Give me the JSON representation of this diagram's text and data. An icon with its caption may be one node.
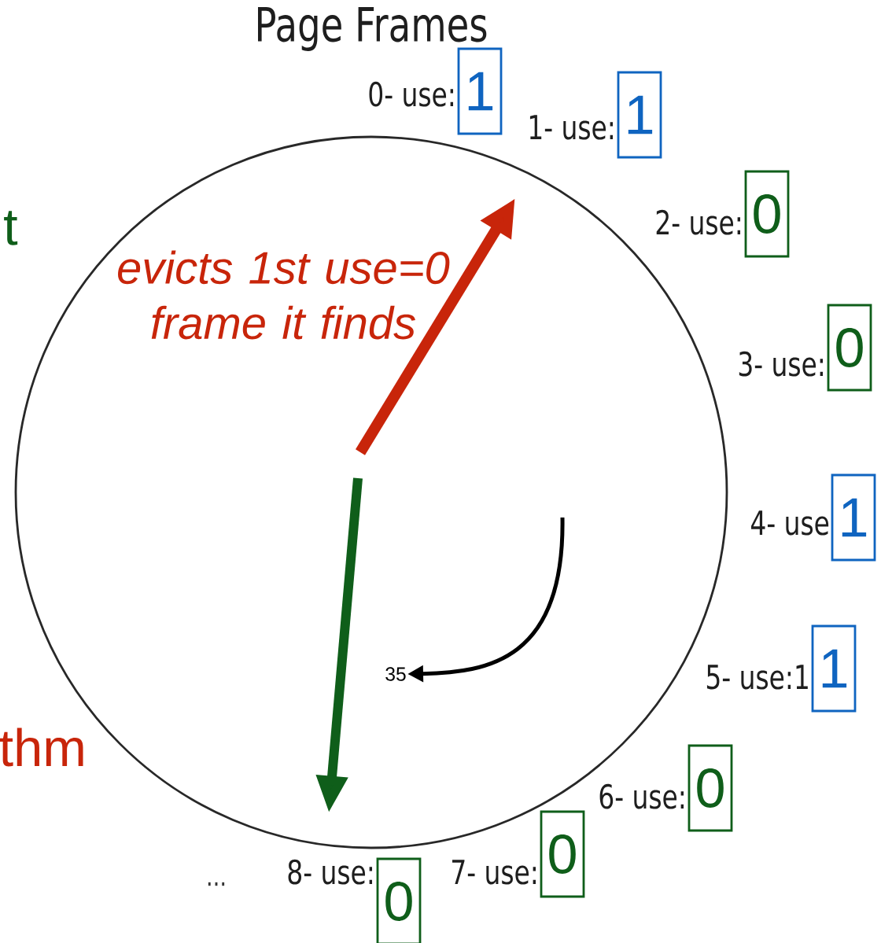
{
  "diagram": {
    "title": "Page Frames",
    "nodes": [
      {
        "text": [
          "1"
        ],
        "beside": [
          "0- use:"
        ]
      },
      {
        "text": [
          "1"
        ],
        "beside": [
          "1- use:"
        ]
      },
      {
        "text": [
          "0"
        ],
        "beside": [
          "2- use:"
        ]
      },
      {
        "text": [
          "0"
        ],
        "beside": [
          "3- use:"
        ]
      },
      {
        "text": [
          "1"
        ],
        "beside": [
          "4- use"
        ]
      },
      {
        "text": [
          "1"
        ],
        "beside": [
          "5- use:1"
        ]
      },
      {
        "text": [
          "0"
        ],
        "beside": [
          "6- use:"
        ]
      },
      {
        "text": [
          "0"
        ],
        "beside": [
          "7- use:"
        ]
      },
      {
        "text": [
          "0"
        ],
        "beside": [
          "8- use:"
        ]
      },
      {
        "text": [],
        "shape": "circle"
      }
    ],
    "edges": [],
    "labels": [
      "evicts 1st use=0 frame it finds",
      "35",
      "...",
      "t",
      "thm"
    ]
  }
}
